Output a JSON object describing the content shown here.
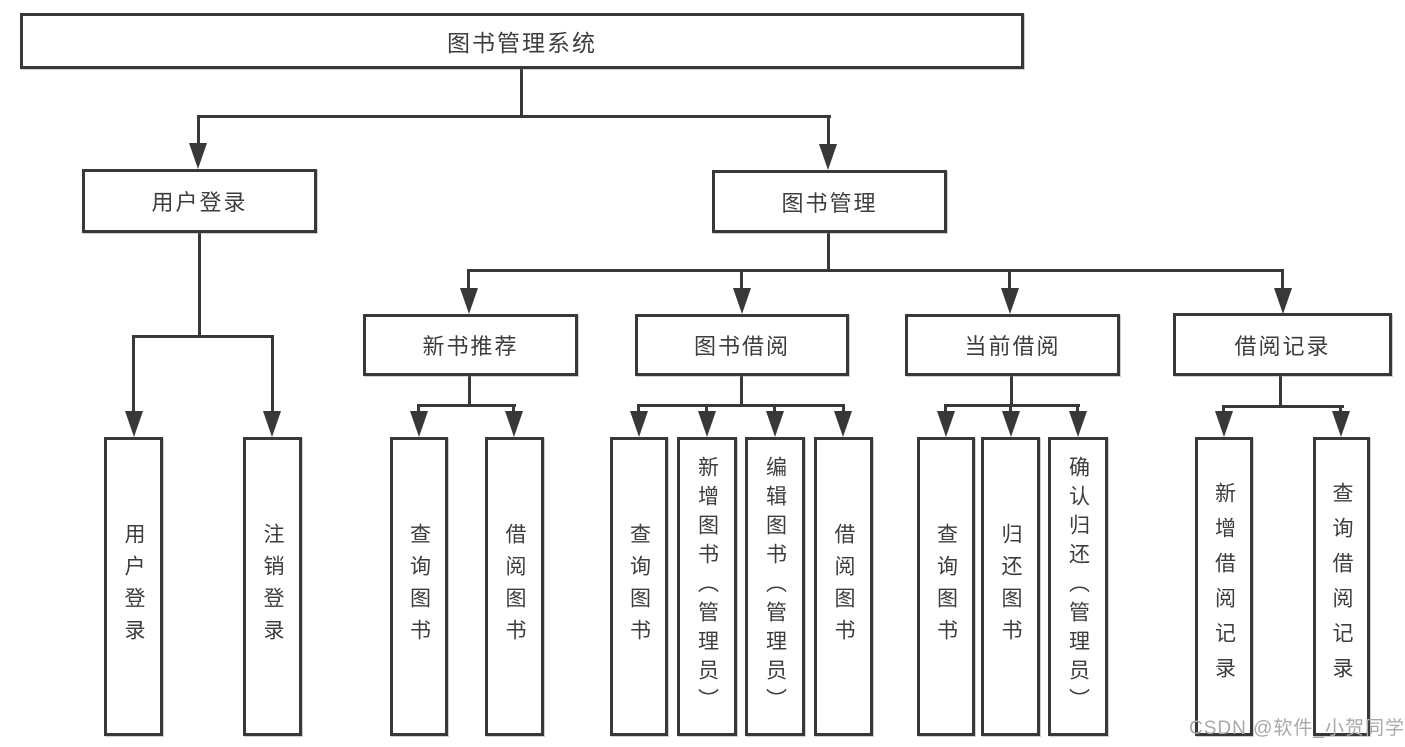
{
  "nodes": {
    "root": "图书管理系统",
    "user_login": "用户登录",
    "book_management": "图书管理",
    "new_book_recommendation": "新书推荐",
    "book_borrowing": "图书借阅",
    "current_borrowing": "当前借阅",
    "borrowing_records": "借阅记录"
  },
  "leaves": {
    "user_login": "用户登录",
    "logout": "注销登录",
    "nb_query_books": "查询图书",
    "nb_borrow_books": "借阅图书",
    "bb_query_books": "查询图书",
    "bb_add_books_admin": "新增图书（管理员）",
    "bb_edit_books_admin": "编辑图书（管理员）",
    "bb_borrow_books": "借阅图书",
    "cb_query_books": "查询图书",
    "cb_return_books": "归还图书",
    "cb_confirm_return_admin": "确认归还（管理员）",
    "br_add_record": "新增借阅记录",
    "br_query_record": "查询借阅记录"
  },
  "watermark": "CSDN @软件_小贺同学",
  "colors": {
    "line": "#383838",
    "text": "#3d3d3d",
    "box_background": "#ffffff",
    "page_background": "#ffffff",
    "watermark": "#a9a9a9"
  }
}
